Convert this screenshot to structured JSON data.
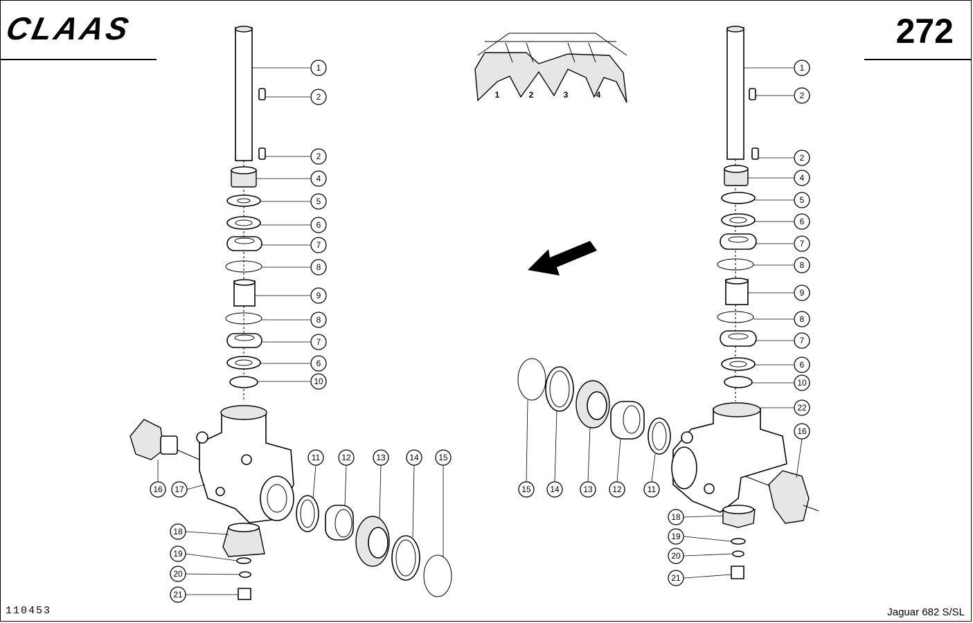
{
  "header": {
    "brand": "CLAAS",
    "page_number": "272"
  },
  "footer": {
    "doc_number": "110453",
    "model": "Jaguar 682 S/SL"
  },
  "row_diagram": {
    "labels": [
      "1",
      "2",
      "3",
      "4"
    ]
  },
  "left_callouts": [
    "1",
    "2",
    "2",
    "4",
    "5",
    "6",
    "7",
    "8",
    "9",
    "8",
    "7",
    "6",
    "10",
    "11",
    "12",
    "13",
    "14",
    "15",
    "16",
    "17",
    "18",
    "19",
    "20",
    "21"
  ],
  "right_callouts": [
    "1",
    "2",
    "2",
    "4",
    "5",
    "6",
    "7",
    "8",
    "9",
    "8",
    "7",
    "6",
    "10",
    "22",
    "16",
    "15",
    "14",
    "13",
    "12",
    "11",
    "18",
    "19",
    "20",
    "21"
  ]
}
